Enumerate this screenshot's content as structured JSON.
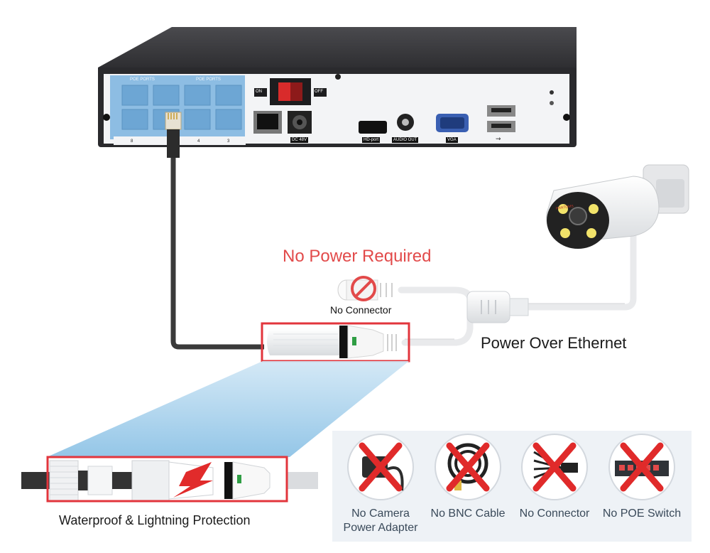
{
  "nvr": {
    "poe_header_left": "POE PORTS",
    "poe_header_right": "POE PORTS",
    "port_numbers": [
      "8",
      "4",
      "3"
    ],
    "power_on": "ON",
    "power_off": "OFF",
    "dc_label": "DC 48V",
    "hd_label": "HD-port",
    "audio_label": "AUDIO OUT",
    "vga_label": "VGA",
    "usb_label": "⇝"
  },
  "camera": {
    "brand": "HANTOMS"
  },
  "diagram": {
    "no_power_title": "No Power Required",
    "no_connector_caption": "No Connector",
    "poe_label": "Power Over Ethernet",
    "waterproof_label": "Waterproof & Lightning Protection"
  },
  "no_items": [
    {
      "line1": "No Camera",
      "line2": "Power Adapter",
      "icon": "power-adapter-icon"
    },
    {
      "line1": "No BNC Cable",
      "line2": "",
      "icon": "bnc-cable-icon"
    },
    {
      "line1": "No Connector",
      "line2": "",
      "icon": "splitter-icon"
    },
    {
      "line1": "No POE Switch",
      "line2": "",
      "icon": "poe-switch-icon"
    }
  ],
  "colors": {
    "highlight_red": "#e2353c",
    "no_power_red": "#e24a4a",
    "poe_port_blue": "#7fb4de",
    "panel_bg": "#eef2f6"
  }
}
